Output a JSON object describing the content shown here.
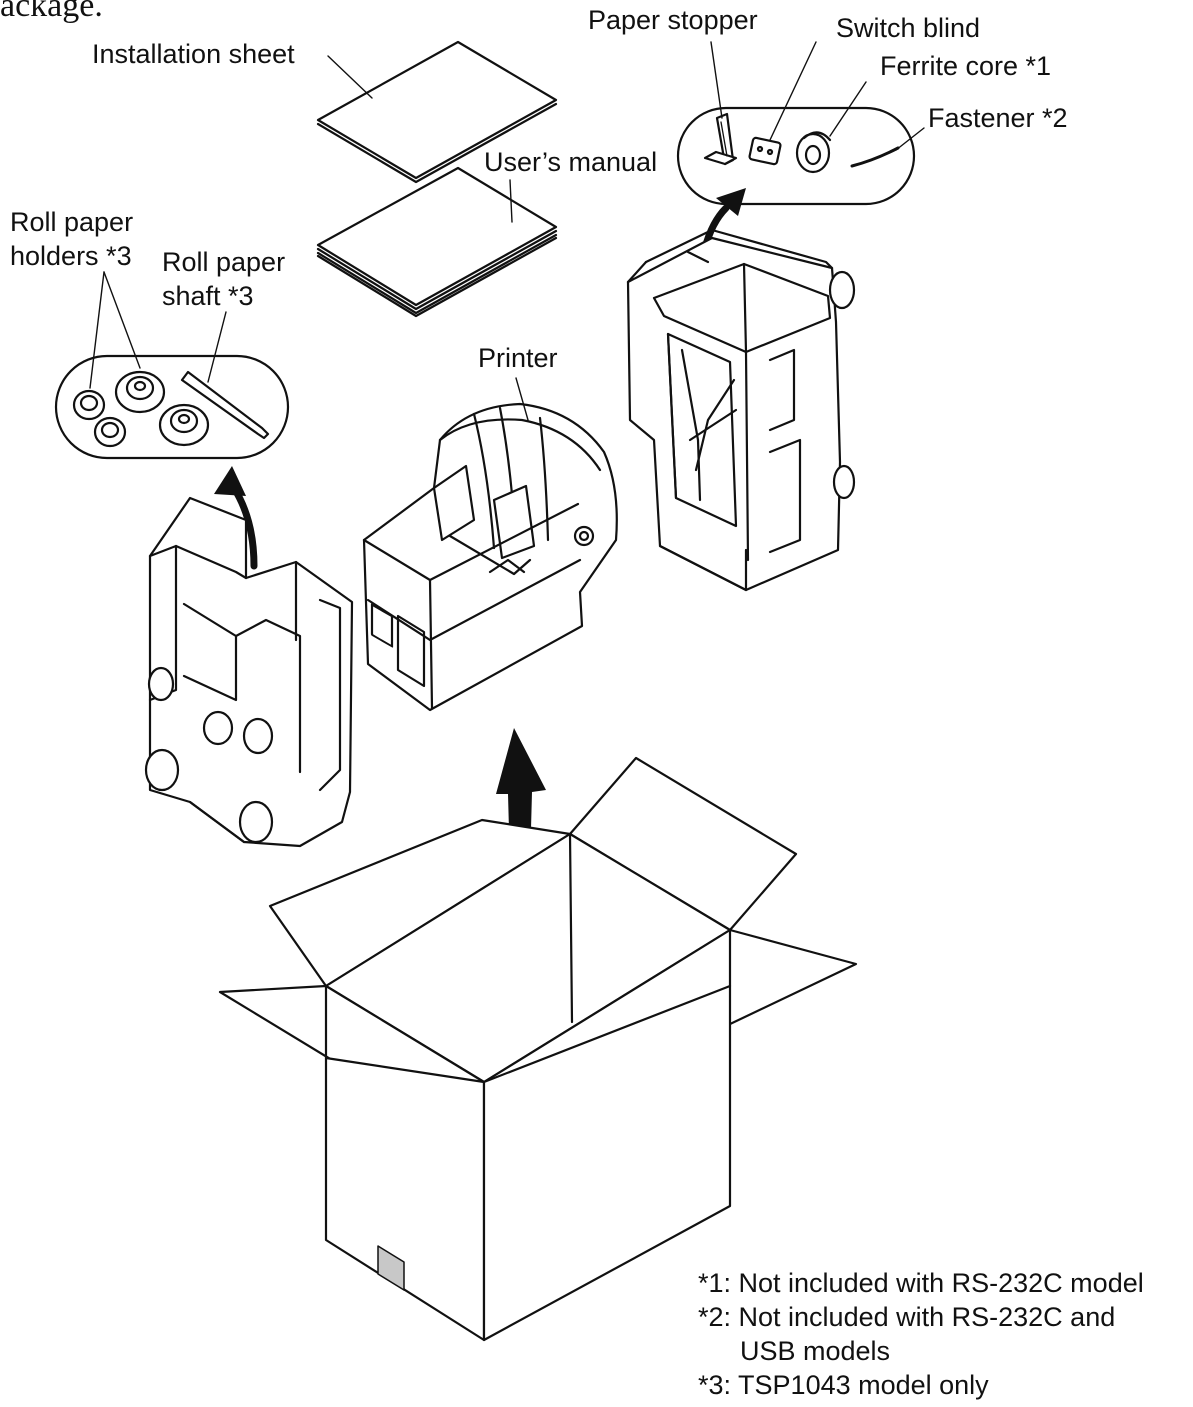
{
  "header_text": "ackage.",
  "labels": {
    "installation_sheet": "Installation sheet",
    "users_manual": "User’s manual",
    "paper_stopper": "Paper stopper",
    "switch_blind": "Switch blind",
    "ferrite_core": "Ferrite core *1",
    "fastener": "Fastener *2",
    "roll_paper_holders_line1": "Roll paper",
    "roll_paper_holders_line2": "holders *3",
    "roll_paper_shaft_line1": "Roll paper",
    "roll_paper_shaft_line2": "shaft *3",
    "printer": "Printer"
  },
  "notes": [
    "*1: Not included with RS-232C model",
    "*2: Not included with RS-232C and",
    "USB models",
    "*3: TSP1043 model only"
  ]
}
